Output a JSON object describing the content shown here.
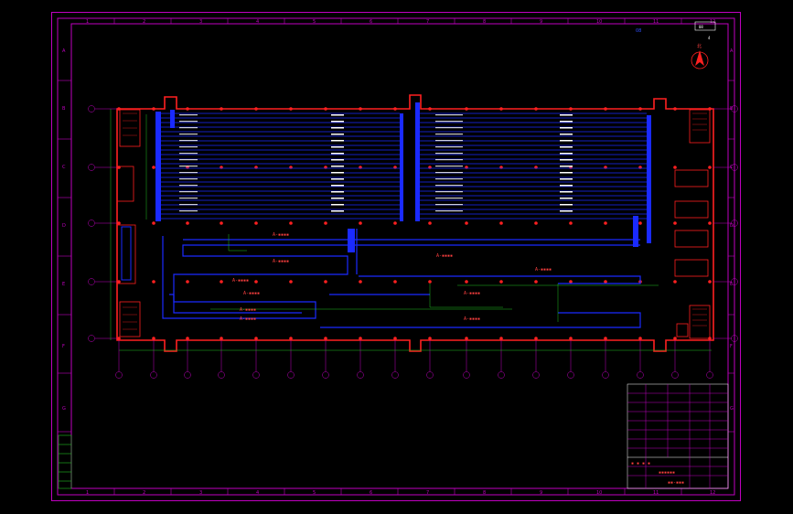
{
  "drawing": {
    "sheet_id": "08",
    "north_label": "北",
    "scale_label": "4",
    "col_numbers_top": [
      "1",
      "2",
      "3",
      "4",
      "5",
      "6",
      "7",
      "8",
      "9",
      "10",
      "11",
      "12"
    ],
    "col_numbers_bottom": [
      "1",
      "2",
      "3",
      "4",
      "5",
      "6",
      "7",
      "8",
      "9",
      "10",
      "11",
      "12"
    ],
    "row_letters_left": [
      "A",
      "B",
      "C",
      "D",
      "E",
      "F",
      "G"
    ],
    "row_letters_right": [
      "A",
      "B",
      "C",
      "D",
      "E",
      "F",
      "G"
    ],
    "colors": {
      "border": "#c000c0",
      "wall": "#ff2020",
      "pipe_blue": "#1a2aff",
      "dim_green": "#20c020",
      "text_white": "#ffffff"
    }
  }
}
